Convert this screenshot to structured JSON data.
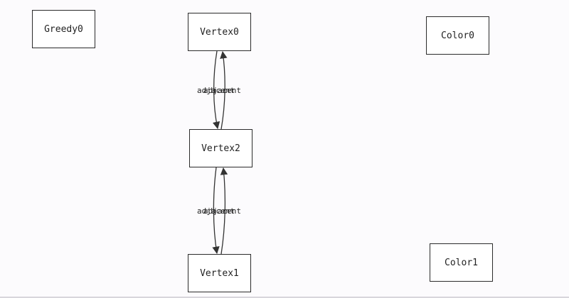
{
  "diagram": {
    "nodes": [
      {
        "id": "greedy0",
        "label": "Greedy0"
      },
      {
        "id": "vertex0",
        "label": "Vertex0"
      },
      {
        "id": "vertex2",
        "label": "Vertex2"
      },
      {
        "id": "vertex1",
        "label": "Vertex1"
      },
      {
        "id": "color0",
        "label": "Color0"
      },
      {
        "id": "color1",
        "label": "Color1"
      }
    ],
    "edges": [
      {
        "from": "vertex0",
        "to": "vertex2",
        "label": "adjacent"
      },
      {
        "from": "vertex2",
        "to": "vertex0",
        "label": "adjacent"
      },
      {
        "from": "vertex2",
        "to": "vertex1",
        "label": "adjacent"
      },
      {
        "from": "vertex1",
        "to": "vertex2",
        "label": "adjacent"
      }
    ],
    "colors": {
      "stroke": "#333333",
      "node_border": "#2b2b2b",
      "background": "#fcfbfd"
    }
  }
}
